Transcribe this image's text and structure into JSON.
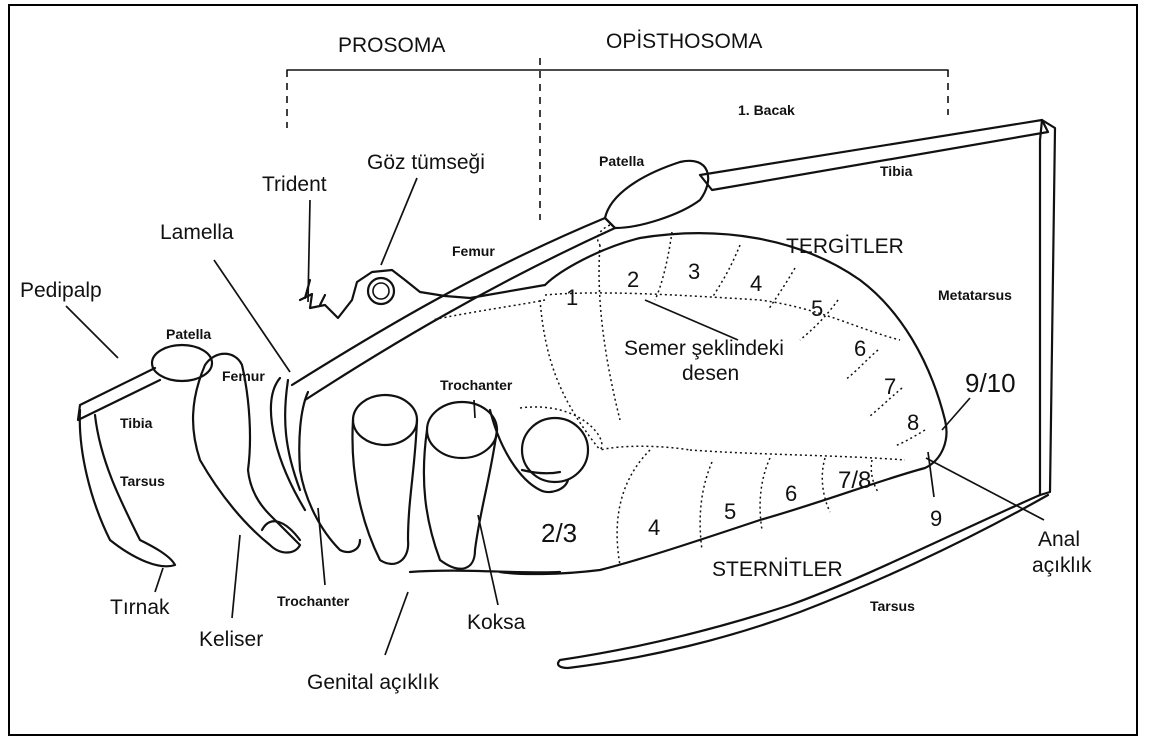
{
  "regions": {
    "prosoma": "PROSOMA",
    "opisthosoma": "OPİSTHOSOMA"
  },
  "leg_labels": {
    "bacak": "1. Bacak",
    "patella": "Patella",
    "tibia": "Tibia",
    "femur": "Femur",
    "metatarsus": "Metatarsus",
    "tarsus": "Tarsus"
  },
  "pedipalp_labels": {
    "pedipalp": "Pedipalp",
    "patella": "Patella",
    "femur": "Femur",
    "tibia": "Tibia",
    "tarsus": "Tarsus",
    "tirnak": "Tırnak",
    "trochanter": "Trochanter"
  },
  "body_labels": {
    "trident": "Trident",
    "goz": "Göz tümseği",
    "lamella": "Lamella",
    "keliser": "Keliser",
    "genital": "Genital açıklık",
    "koksa": "Koksa",
    "trochanter": "Trochanter",
    "anal_1": "Anal",
    "anal_2": "açıklık",
    "semer_1": "Semer şeklindeki",
    "semer_2": "desen"
  },
  "tergites": {
    "title": "TERGİTLER",
    "numbers": [
      "1",
      "2",
      "3",
      "4",
      "5",
      "6",
      "7",
      "8",
      "9/10"
    ]
  },
  "sternites": {
    "title": "STERNİTLER",
    "numbers": [
      "2/3",
      "4",
      "5",
      "6",
      "7/8",
      "9"
    ]
  }
}
